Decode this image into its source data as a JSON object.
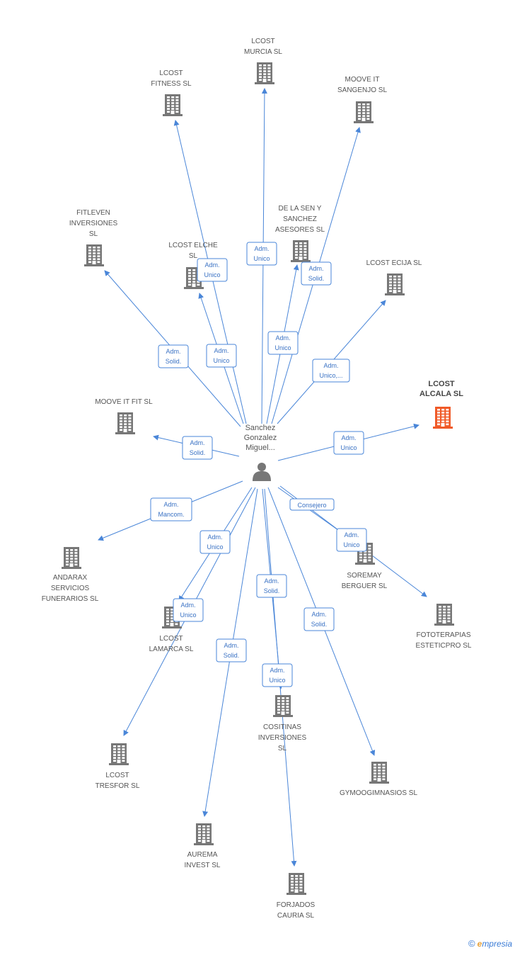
{
  "diagram": {
    "colors": {
      "edge": "#4a86d8",
      "building": "#777777",
      "building_highlight": "#f05a28",
      "person": "#777777"
    },
    "center": {
      "label_lines": [
        "Sanchez",
        "Gonzalez",
        "Miguel..."
      ],
      "icon": "person-icon"
    },
    "nodes": [
      {
        "id": "lcost-murcia",
        "lines": [
          "LCOST",
          "MURCIA  SL"
        ],
        "icon": "building-icon"
      },
      {
        "id": "lcost-fitness",
        "lines": [
          "LCOST",
          "FITNESS SL"
        ],
        "icon": "building-icon"
      },
      {
        "id": "moove-it-sangenjo",
        "lines": [
          "MOOVE IT",
          "SANGENJO  SL"
        ],
        "icon": "building-icon"
      },
      {
        "id": "fitleven",
        "lines": [
          "FITLEVEN",
          "INVERSIONES",
          "SL"
        ],
        "icon": "building-icon"
      },
      {
        "id": "de-la-sen",
        "lines": [
          "DE LA SEN Y",
          "SANCHEZ",
          "ASESORES SL"
        ],
        "icon": "building-icon"
      },
      {
        "id": "lcost-elche",
        "lines": [
          "LCOST ELCHE",
          "SL"
        ],
        "icon": "building-icon"
      },
      {
        "id": "lcost-ecija",
        "lines": [
          "LCOST ECIJA  SL"
        ],
        "icon": "building-icon"
      },
      {
        "id": "lcost-alcala",
        "lines": [
          "LCOST",
          "ALCALA SL"
        ],
        "icon": "building-icon",
        "highlight": true
      },
      {
        "id": "moove-it-fit",
        "lines": [
          "MOOVE IT FIT  SL"
        ],
        "icon": "building-icon"
      },
      {
        "id": "andarax",
        "lines": [
          "ANDARAX",
          "SERVICIOS",
          "FUNERARIOS SL"
        ],
        "icon": "building-icon"
      },
      {
        "id": "soremay",
        "lines": [
          "SOREMAY",
          "BERGUER SL"
        ],
        "icon": "building-icon"
      },
      {
        "id": "fototerapias",
        "lines": [
          "FOTOTERAPIAS",
          "ESTETICPRO SL"
        ],
        "icon": "building-icon"
      },
      {
        "id": "lcost-lamarca",
        "lines": [
          "LCOST",
          "LAMARCA SL"
        ],
        "icon": "building-icon"
      },
      {
        "id": "cositinas",
        "lines": [
          "COSITINAS",
          "INVERSIONES",
          "SL"
        ],
        "icon": "building-icon"
      },
      {
        "id": "gymoo",
        "lines": [
          "GYMOOGIMNASIOS SL"
        ],
        "icon": "building-icon"
      },
      {
        "id": "lcost-tresfor",
        "lines": [
          "LCOST",
          "TRESFOR SL"
        ],
        "icon": "building-icon"
      },
      {
        "id": "aurema",
        "lines": [
          "AUREMA",
          "INVEST  SL"
        ],
        "icon": "building-icon"
      },
      {
        "id": "forjados",
        "lines": [
          "FORJADOS",
          "CAURIA SL"
        ],
        "icon": "building-icon"
      }
    ],
    "edges": [
      {
        "target": "lcost-murcia",
        "label_lines": [
          "Adm.",
          "Unico"
        ]
      },
      {
        "target": "lcost-fitness",
        "label_lines": [
          "Adm.",
          "Unico"
        ]
      },
      {
        "target": "moove-it-sangenjo",
        "label_lines": [
          "Adm.",
          "Solid."
        ]
      },
      {
        "target": "fitleven",
        "label_lines": [
          "Adm.",
          "Solid."
        ]
      },
      {
        "target": "de-la-sen",
        "label_lines": [
          "Adm.",
          "Unico"
        ]
      },
      {
        "target": "lcost-elche",
        "label_lines": [
          "Adm.",
          "Unico"
        ]
      },
      {
        "target": "lcost-ecija",
        "label_lines": [
          "Adm.",
          "Unico,..."
        ]
      },
      {
        "target": "lcost-alcala",
        "label_lines": [
          "Adm.",
          "Unico"
        ]
      },
      {
        "target": "moove-it-fit",
        "label_lines": [
          "Adm.",
          "Solid."
        ]
      },
      {
        "target": "andarax",
        "label_lines": [
          "Adm.",
          "Mancom."
        ]
      },
      {
        "target": "soremay",
        "label_lines": [
          "Adm.",
          "Unico"
        ]
      },
      {
        "target": "fototerapias",
        "label_lines": [
          "Consejero"
        ]
      },
      {
        "target": "lcost-lamarca",
        "label_lines": [
          "Adm.",
          "Unico"
        ]
      },
      {
        "target": "lcost-tresfor",
        "label_lines": [
          "Adm.",
          "Unico"
        ]
      },
      {
        "target": "cositinas",
        "label_lines": [
          "Adm.",
          "Solid."
        ]
      },
      {
        "target": "forjados",
        "label_lines": [
          "Adm.",
          "Unico"
        ]
      },
      {
        "target": "gymoo",
        "label_lines": [
          "Adm.",
          "Solid."
        ]
      },
      {
        "target": "aurema",
        "label_lines": [
          "Adm.",
          "Solid."
        ]
      }
    ]
  },
  "footer": {
    "copyright": "©",
    "brand_first": "e",
    "brand_rest": "mpresia"
  }
}
